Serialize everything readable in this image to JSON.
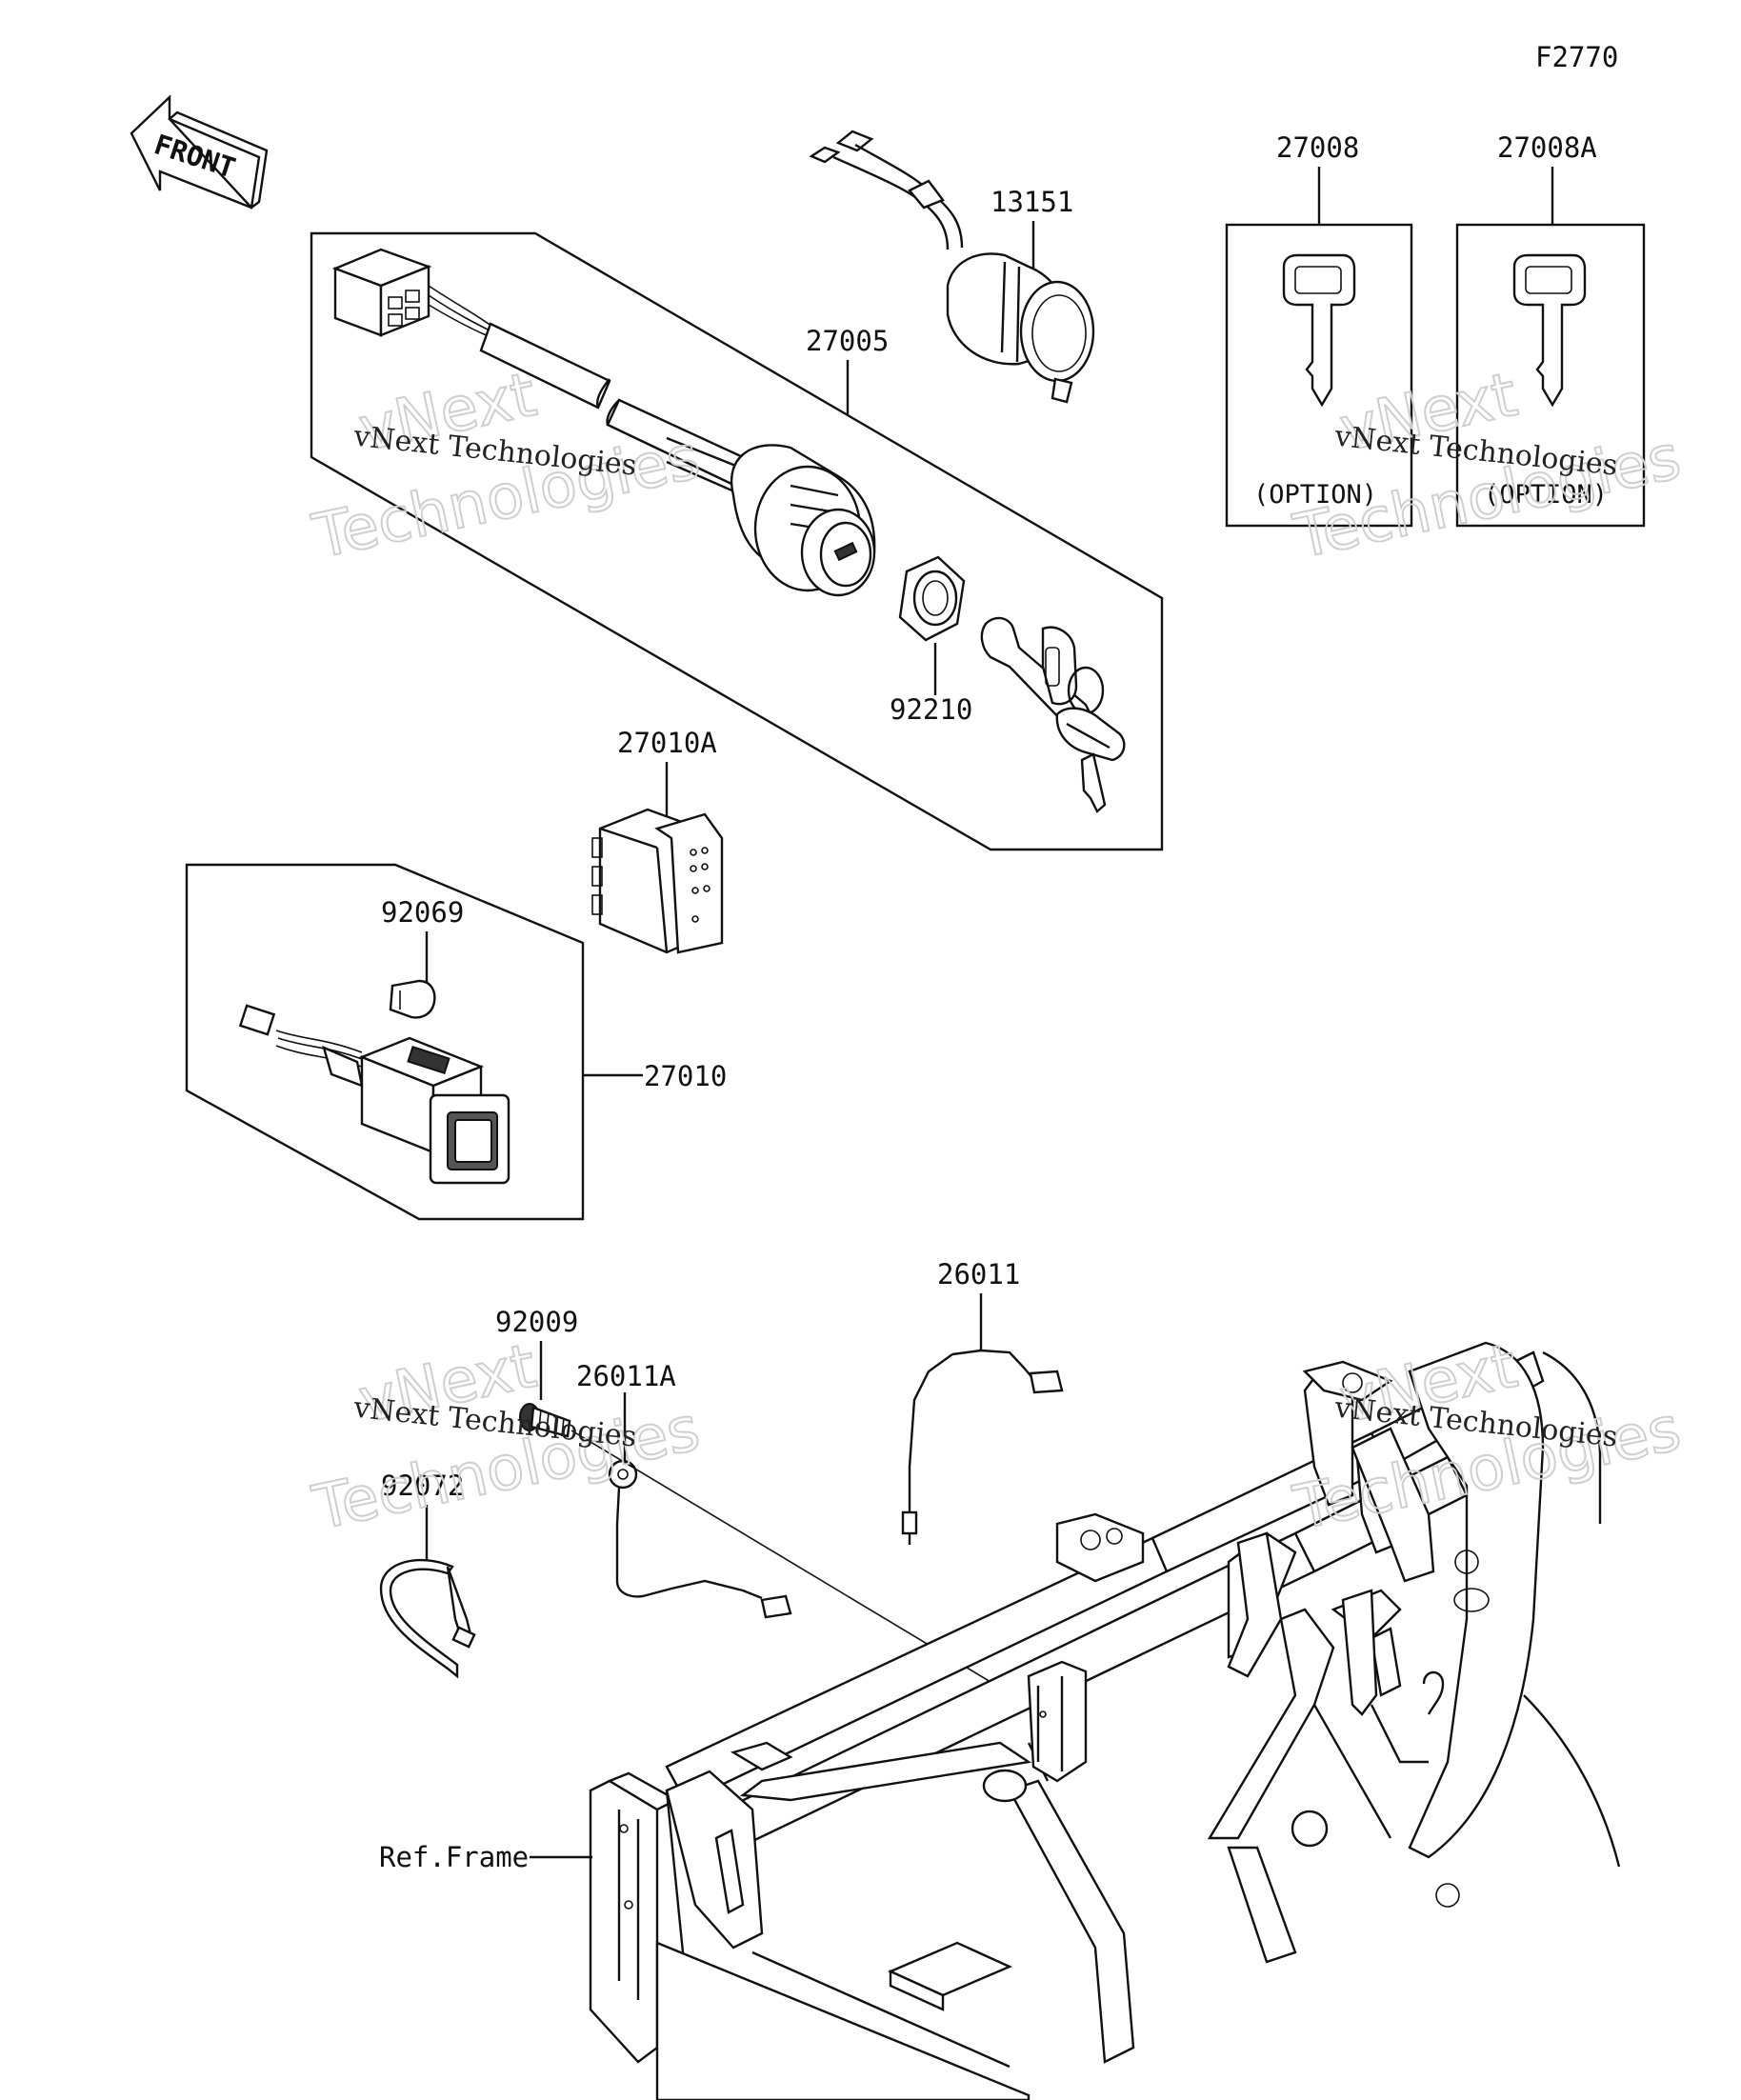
{
  "figure_code": "F2770",
  "front_label": "FRONT",
  "parts": {
    "p13151": "13151",
    "p27005": "27005",
    "p27008": "27008",
    "p27008a": "27008A",
    "p92210": "92210",
    "p27010a": "27010A",
    "p92069": "92069",
    "p27010": "27010",
    "p26011": "26011",
    "p92009": "92009",
    "p26011a": "26011A",
    "p92072": "92072"
  },
  "option_label": "(OPTION)",
  "ref_frame_label": "Ref.Frame",
  "watermark": {
    "line1": "vNext",
    "line2": "Technologies",
    "caption": "vNext Technologies"
  }
}
